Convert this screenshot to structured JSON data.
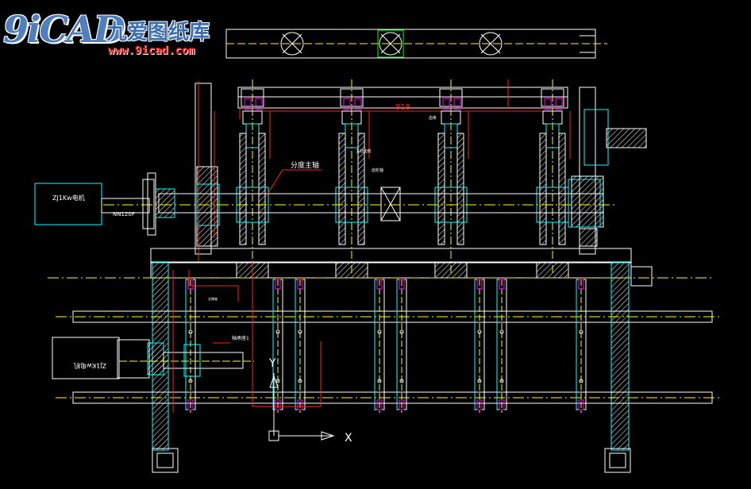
{
  "logo": {
    "mark": "9iCAD",
    "chinese": "九爱图纸库",
    "url": "www.9icad.com"
  },
  "labels": {
    "dimension_818": "818",
    "divider_shaft": "分度主轴",
    "motor_top": "ZJ1Kw电机",
    "motor_top_model": "NN120F",
    "motor_bottom": "ZJ1Kw电机",
    "bearing_label": "轴承座1",
    "note_a": "齿条",
    "note_b": "主动齿轮",
    "note_c": "齿轮轴",
    "note_d": "支撑轴",
    "axis_x": "X",
    "axis_y": "Y"
  },
  "colors": {
    "background": "#000000",
    "white": "#ffffff",
    "cyan": "#00ffff",
    "yellow": "#ffff00",
    "red": "#ff2020",
    "magenta": "#ff00ff",
    "green": "#00ff00"
  }
}
